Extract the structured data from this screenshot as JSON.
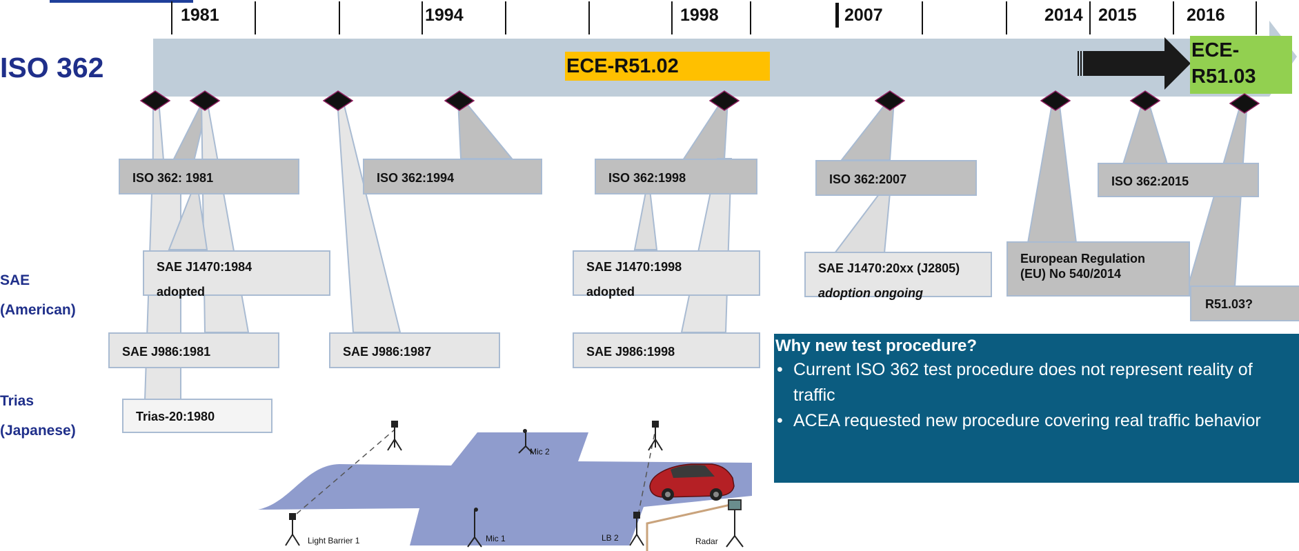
{
  "timeline": {
    "standard_label": "ISO 362",
    "years": [
      "1981",
      "1994",
      "1998",
      "2007",
      "2014",
      "2015",
      "2016"
    ],
    "ece_r51_02": "ECE-R51.02",
    "ece_r51_03_line1": "ECE-",
    "ece_r51_03_line2": "R51.03"
  },
  "row_labels": {
    "sae_line1": "SAE",
    "sae_line2": "(American)",
    "trias_line1": "Trias",
    "trias_line2": "(Japanese)"
  },
  "callouts": {
    "iso_1981": "ISO 362: 1981",
    "iso_1994": "ISO 362:1994",
    "iso_1998": "ISO 362:1998",
    "iso_2007": "ISO 362:2007",
    "iso_2015": "ISO 362:2015",
    "sae_j1470_1984": "SAE J1470:1984",
    "sae_j1470_1984_note": "adopted",
    "sae_j1470_1998": "SAE J1470:1998",
    "sae_j1470_1998_note": "adopted",
    "sae_j1470_20xx": "SAE J1470:20xx (J2805)",
    "sae_j1470_20xx_note": "adoption ongoing",
    "eu_regulation_line1": "European Regulation",
    "eu_regulation_line2": "(EU) No 540/2014",
    "r51_03_q": "R51.03?",
    "sae_j986_1981": "SAE J986:1981",
    "sae_j986_1987": "SAE J986:1987",
    "sae_j986_1998": "SAE J986:1998",
    "trias_1980": "Trias-20:1980"
  },
  "why_box": {
    "title": "Why new test procedure?",
    "bullet_char": "•",
    "bullets": [
      "Current ISO 362 test procedure does not represent reality of traffic",
      "ACEA  requested new procedure covering real traffic behavior"
    ]
  },
  "test_track": {
    "mic1": "Mic 1",
    "mic2": "Mic 2",
    "light_barrier": "Light Barrier 1",
    "lb2": "LB 2",
    "radar": "Radar"
  },
  "colors": {
    "band": "#bfcdd9",
    "ece_r51_02": "#ffc000",
    "ece_r51_03": "#92d050",
    "why_box": "#0b5c80",
    "row_label": "#1f2f8a",
    "track": "#8f9ccd",
    "car": "#b52025"
  }
}
